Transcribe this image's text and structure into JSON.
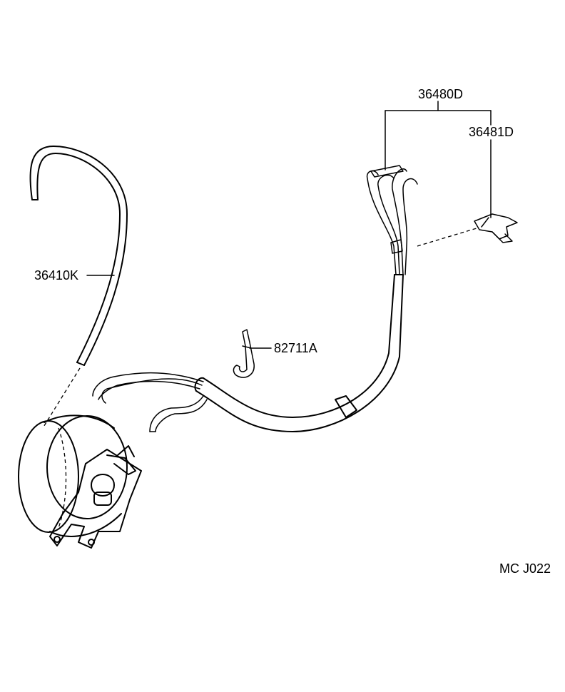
{
  "labels": {
    "hose_tube_kit": "36480D",
    "bracket": "36481D",
    "vacuum_hose": "36410K",
    "clamp": "82711A",
    "diagram_code": "MC  J022"
  }
}
